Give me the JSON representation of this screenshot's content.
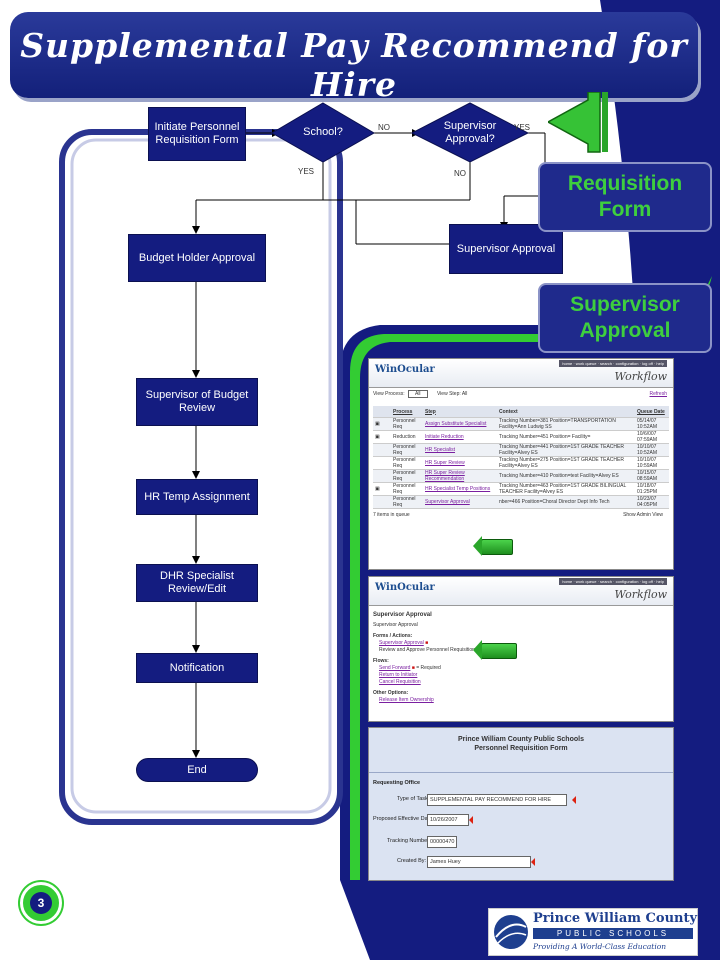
{
  "title": "Supplemental Pay Recommend for Hire",
  "flow": {
    "initiate": "Initiate Personnel Requisition Form",
    "school": "School?",
    "supervisor_q": "Supervisor Approval?",
    "supervisor_approval": "Supervisor Approval",
    "budget_holder": "Budget Holder Approval",
    "supervisor_budget": "Supervisor of Budget Review",
    "hr_temp": "HR Temp Assignment",
    "dhr_specialist": "DHR Specialist Review/Edit",
    "notification": "Notification",
    "end": "End",
    "no1": "NO",
    "yes1": "YES",
    "yes2": "YES",
    "no2": "NO"
  },
  "callouts": {
    "requisition": "Requisition Form",
    "supervisor": "Supervisor Approval"
  },
  "page_number": "3",
  "logo": {
    "line1": "Prince William County",
    "line2": "PUBLIC SCHOOLS",
    "line3": "Providing A World-Class Education"
  },
  "winocular": {
    "logo": "WinOcular",
    "workflow": "Workflow",
    "menu": "home · work queue · search · configuration · log off · help",
    "view_process": "View Process:",
    "view_process_value": "All",
    "view_step": "View Step: All",
    "refresh": "Refresh",
    "headers": [
      "Process",
      "Step",
      "Context",
      "Queue Date"
    ],
    "rows": [
      {
        "process": "Personnel Req",
        "step": "Assign Substitute Specialist",
        "context": "Tracking Number=381 Position=TRANSPORTATION Facility=Ann Ludwig SS",
        "date": "05/14/07 10:52AM"
      },
      {
        "process": "Reduction",
        "step": "Initiate Reduction",
        "context": "Tracking Number=451 Position= Facility=",
        "date": "10/6/007 07:59AM"
      },
      {
        "process": "Personnel Req",
        "step": "HR Specialist",
        "context": "Tracking Number=441 Position=1ST GRADE TEACHER Facility=Alvey ES",
        "date": "10/10/07 10:52AM"
      },
      {
        "process": "Personnel Req",
        "step": "HR Super Review",
        "context": "Tracking Number=275 Position=1ST GRADE TEACHER Facility=Alvey ES",
        "date": "10/10/07 10:59AM"
      },
      {
        "process": "Personnel Req",
        "step": "HR Super Review Recommendation",
        "context": "Tracking Number=410 Position=test Facility=Alvey ES",
        "date": "10/15/07 08:59AM"
      },
      {
        "process": "Personnel Req",
        "step": "HR Specialist Temp Positions",
        "context": "Tracking Number=463 Position=1ST GRADE BILINGUAL TEACHER Facility=Alvey ES",
        "date": "10/18/07 01:25PM"
      },
      {
        "process": "Personnel Req",
        "step": "Supervisor Approval",
        "context": "nber=466 Position=Choral Director Dept Info Tech",
        "date": "10/23/07 04:05PM"
      }
    ],
    "items_in_queue": "7 items in queue",
    "show_admin": "Show Admin View"
  },
  "sup_screen": {
    "logo": "WinOcular",
    "workflow": "Workflow",
    "heading": "Supervisor Approval",
    "sub": "Supervisor Approval",
    "forms_actions": "Forms / Actions:",
    "link1": "Supervisor Approval",
    "link1_desc": "Review and Approve Personnel Requisition",
    "flows": "Flows:",
    "flow1": "Send Forward",
    "required": "= Required",
    "flow2": "Return to Initiator",
    "flow3": "Cancel Requisition",
    "other": "Other Options:",
    "other1": "Release Item Ownership"
  },
  "req_form": {
    "line1": "Prince William County Public Schools",
    "line2": "Personnel Requisition Form",
    "section": "Requesting Office",
    "type_label": "Type of Task:",
    "type_value": "SUPPLEMENTAL PAY RECOMMEND FOR HIRE",
    "date_label": "Proposed Effective Date:",
    "date_value": "10/26/2007",
    "tracking_label": "Tracking Number:",
    "tracking_value": "00000470",
    "created_label": "Created By:",
    "created_value": "James Huey"
  },
  "colors": {
    "navy": "#141c80",
    "green": "#33cc33"
  }
}
